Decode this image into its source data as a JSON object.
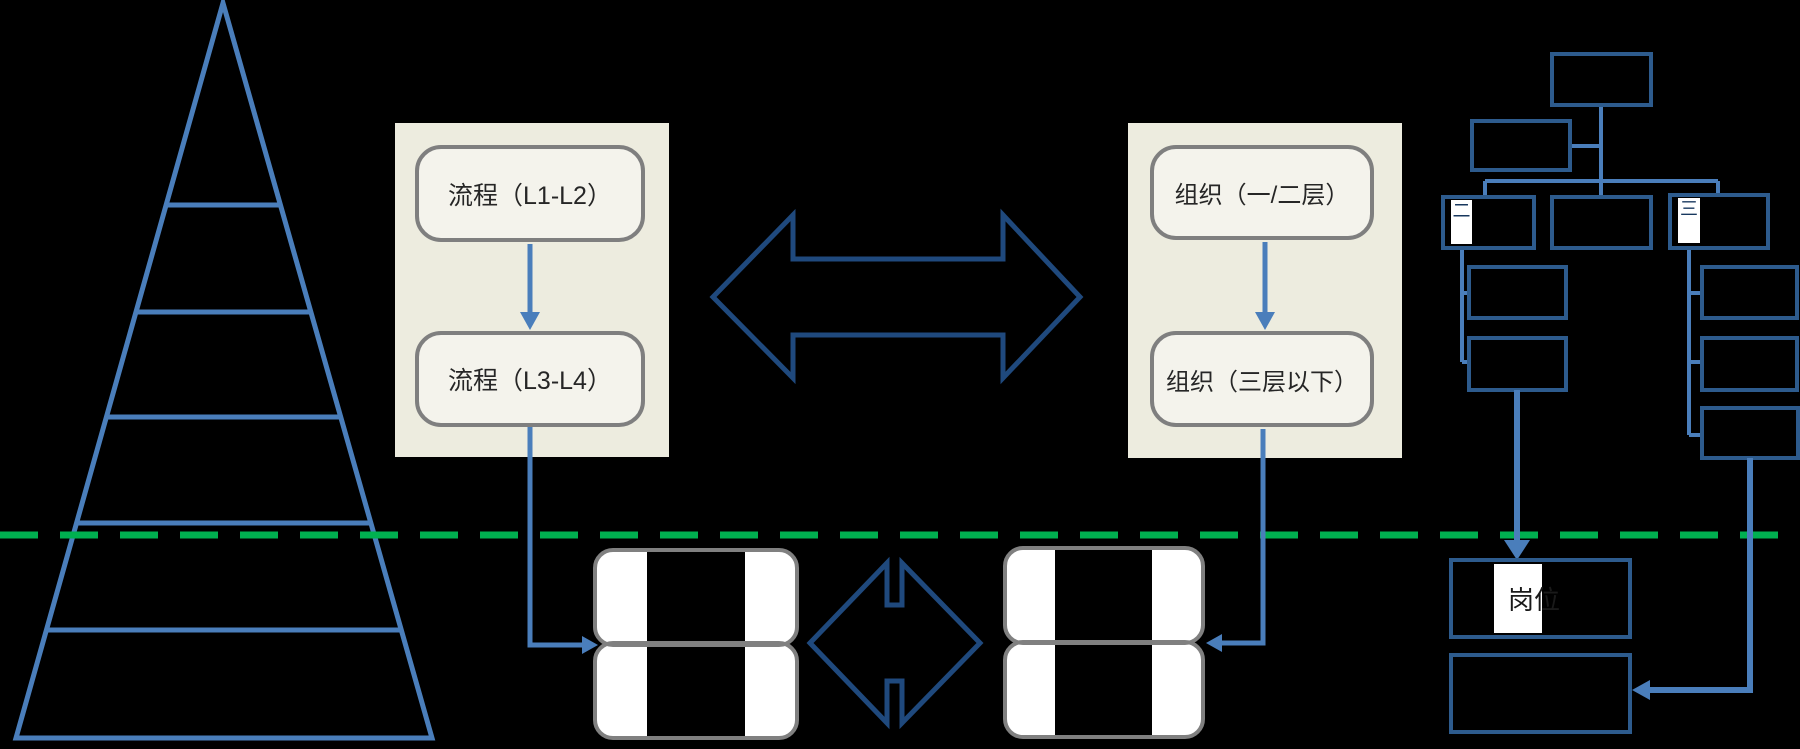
{
  "palette": {
    "background": "#000000",
    "pyramid_blue": "#4a7ebb",
    "dark_arrow_blue": "#1f497d",
    "org_box_blue": "#2d5b8d",
    "divider_green": "#00b050",
    "panel_beige": "#edecdf",
    "node_fill": "#f4f3ec",
    "node_border_gray": "#7f7f7f",
    "card_border_gray": "#808080"
  },
  "pyramid": {
    "levels": 6
  },
  "process_panel": {
    "top_node": "流程（L1-L2）",
    "bottom_node": "流程（L3-L4）"
  },
  "org_panel": {
    "top_node": "组织（一/二层）",
    "bottom_node": "组织（三层以下）"
  },
  "org_chart": {
    "level3_left_tag": "二",
    "level3_right_tag": "三",
    "position_node": "岗位"
  }
}
